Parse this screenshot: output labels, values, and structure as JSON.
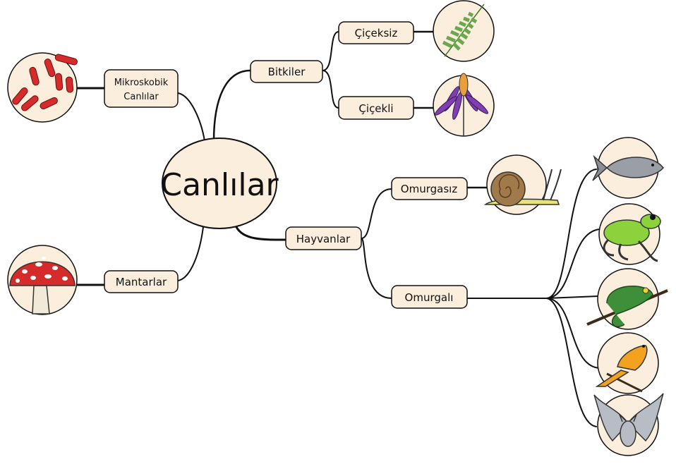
{
  "center": {
    "label": "Canlılar"
  },
  "nodes": {
    "bitkiler": "Bitkiler",
    "cicek_siz": "Çiçeksiz",
    "cicekli": "Çiçekli",
    "mikroskobik_line1": "Mikroskobik",
    "mikroskobik_line2": "Canlılar",
    "mantarlar": "Mantarlar",
    "hayvanlar": "Hayvanlar",
    "omurgasiz": "Omurgasız",
    "omurgali": "Omurgalı"
  },
  "colors": {
    "node_fill": "#fbeedd",
    "line": "#111111",
    "fern": "#6aa84f",
    "flower": "#7e3fb0",
    "bacteria": "#d62b2b",
    "mushroom": "#d62b2b",
    "snail_shell": "#a07a4a",
    "snail_body": "#e8e27a",
    "fish": "#9a9ea6",
    "frog": "#8bd23c",
    "chameleon": "#3f8f3a",
    "bird": "#f2a21e",
    "bat": "#b8bcc4"
  },
  "icons": [
    "fern-icon",
    "flower-icon",
    "bacteria-icon",
    "mushroom-icon",
    "snail-icon",
    "fish-icon",
    "frog-icon",
    "chameleon-icon",
    "bird-icon",
    "bat-icon"
  ]
}
